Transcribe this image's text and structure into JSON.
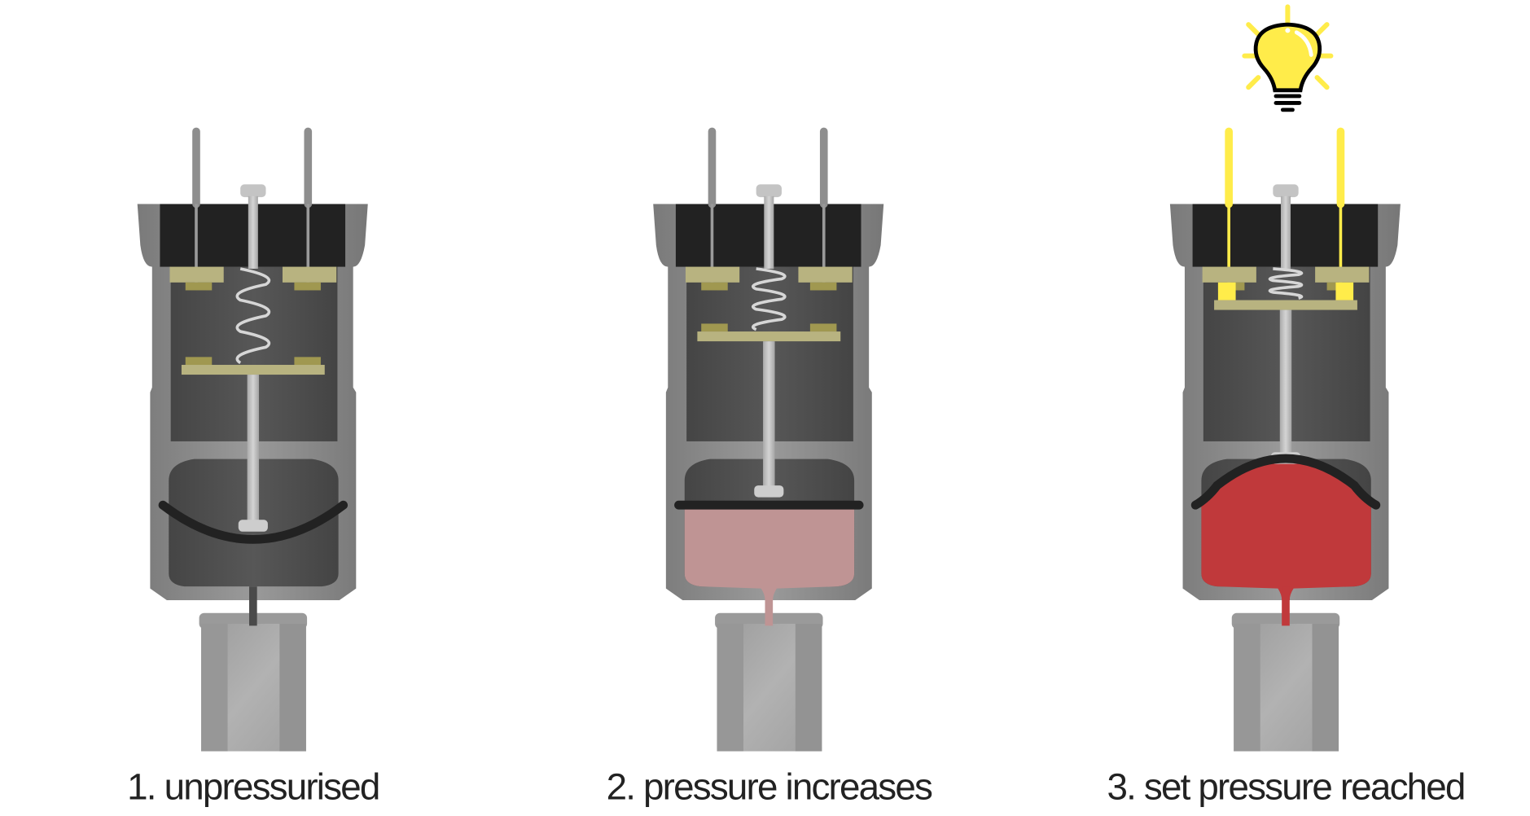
{
  "stages": [
    {
      "label": "1. unpressurised",
      "state": "unpressurised",
      "medium_color": "#4a4a4a"
    },
    {
      "label": "2. pressure increases",
      "state": "pressure-increasing",
      "medium_color": "#bf9494"
    },
    {
      "label": "3. set pressure reached",
      "state": "switched",
      "medium_color": "#c0393b"
    }
  ],
  "indicator": {
    "icon": "light-bulb-icon",
    "lit": true,
    "color": "#ffec4a"
  },
  "colors": {
    "housing": "#808080",
    "insulator": "#222222",
    "contact_plate": "#b8b380",
    "contact_pad": "#a09850",
    "live_conductor": "#ffec4a"
  }
}
